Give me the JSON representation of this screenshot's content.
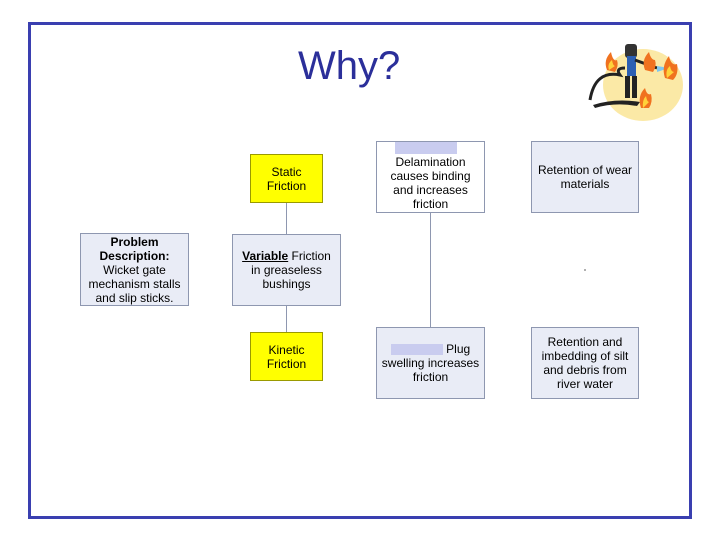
{
  "slide": {
    "title": "Why?"
  },
  "problem": {
    "label": "Problem Description:",
    "text": "Wicket gate mechanism stalls and slip sticks."
  },
  "static_friction": "Static Friction",
  "variable_friction": {
    "emph": "Variable",
    "rest": " Friction in greaseless bushings"
  },
  "kinetic_friction": "Kinetic Friction",
  "delamination": "Delamination causes binding and increases friction",
  "plug_swelling": {
    "word": "Plug",
    "rest": "swelling increases friction"
  },
  "retention_wear": "Retention of wear materials",
  "retention_silt": "Retention and imbedding of silt and debris from river water",
  "icon": "firefighter-clipart-icon",
  "colors": {
    "frame": "#3a3fb0",
    "title": "#2b2f9a",
    "yellow": "#ffff00",
    "gray_box": "#e9ecf6"
  }
}
